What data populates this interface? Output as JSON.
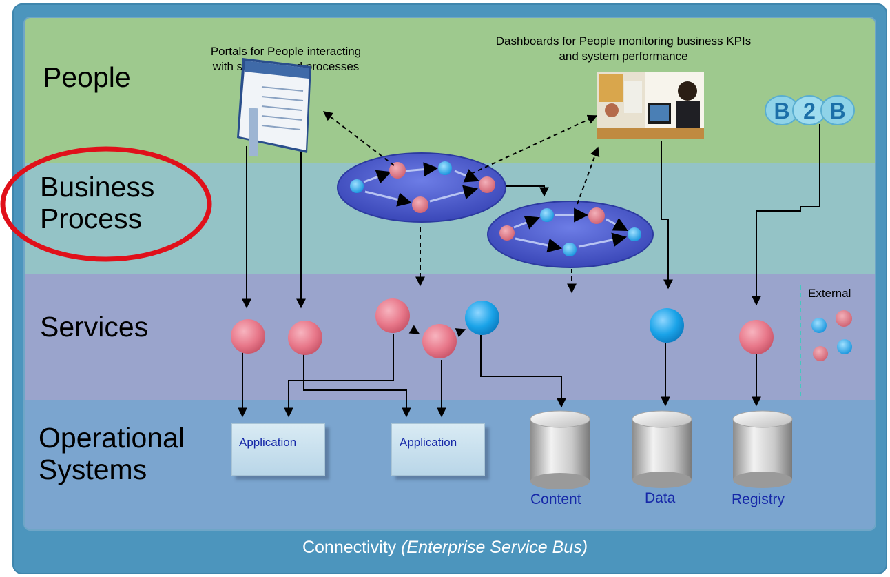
{
  "layers": {
    "people": "People",
    "business_process": "Business\nProcess",
    "services": "Services",
    "operational_systems": "Operational\nSystems"
  },
  "captions": {
    "portals": "Portals for People interacting\nwith systems and processes",
    "dashboards": "Dashboards for People monitoring business KPIs\nand system performance"
  },
  "b2b": {
    "b1": "B",
    "two": "2",
    "b2": "B"
  },
  "external_label": "External",
  "applications": [
    "Application",
    "Application"
  ],
  "stores": [
    "Content",
    "Data",
    "Registry"
  ],
  "connectivity": {
    "main": "Connectivity",
    "sub": "(Enterprise Service Bus)"
  },
  "colors": {
    "people_band": "#9ec98e",
    "process_band": "#94c3c6",
    "services_band": "#9aa4cc",
    "operational_band": "#7ba5cf",
    "frame": "#4c95bd",
    "service_pink": "#e8788a",
    "service_blue": "#1aa3e8",
    "highlight_ring": "#e0101a"
  }
}
